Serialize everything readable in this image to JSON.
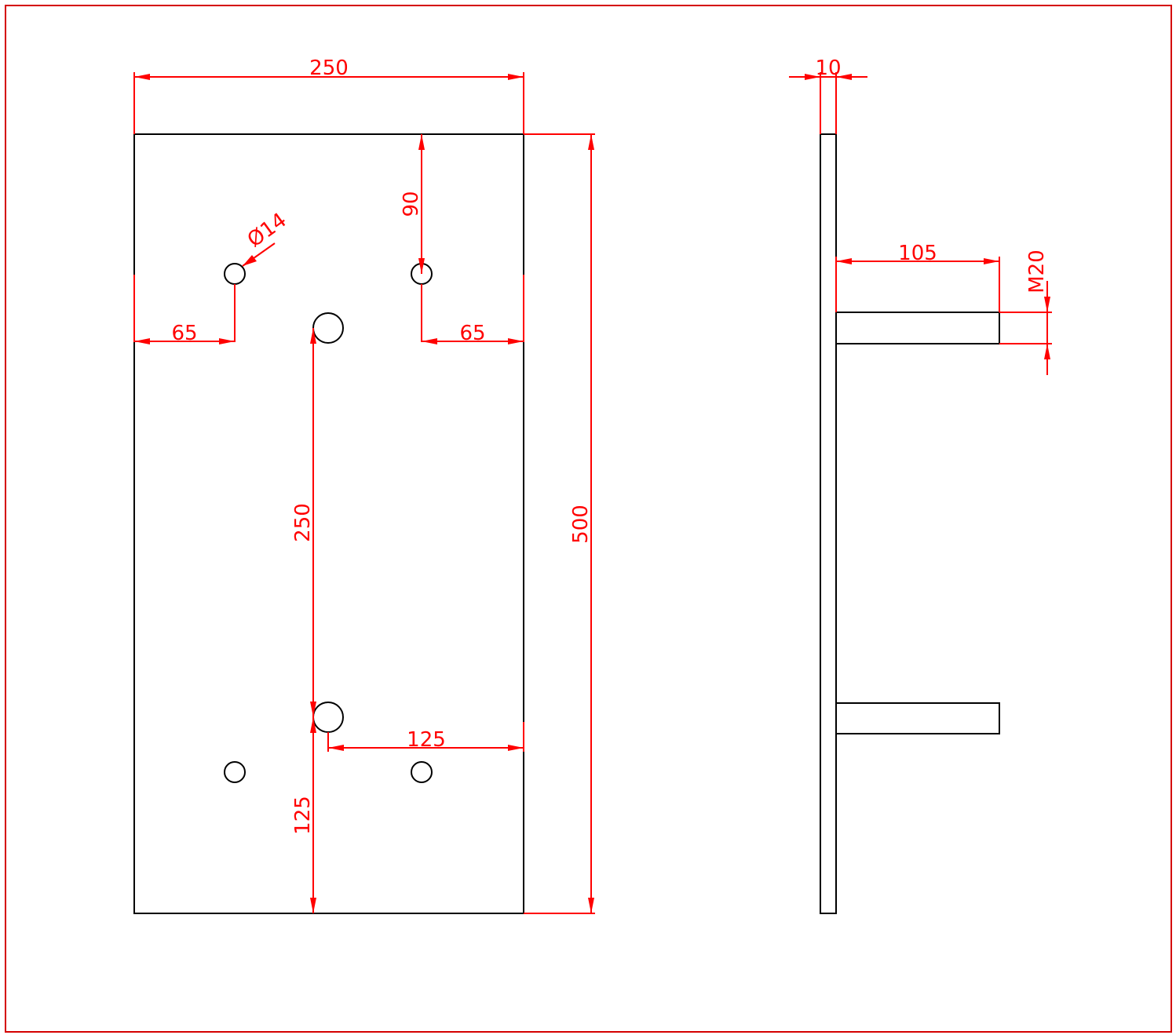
{
  "front_view": {
    "dim_width": "250",
    "dim_height": "500",
    "dim_hole_top_offset": "90",
    "dim_hole_diameter": "Ø14",
    "dim_left_edge": "65",
    "dim_right_edge": "65",
    "dim_stud_spacing": "250",
    "dim_stud_to_edge": "125",
    "dim_stud_to_bottom": "125"
  },
  "side_view": {
    "dim_thickness": "10",
    "dim_stud_length": "105",
    "dim_thread": "M20"
  },
  "colors": {
    "dimension": "#ff0000",
    "geometry": "#000000",
    "frame": "#d40000"
  }
}
